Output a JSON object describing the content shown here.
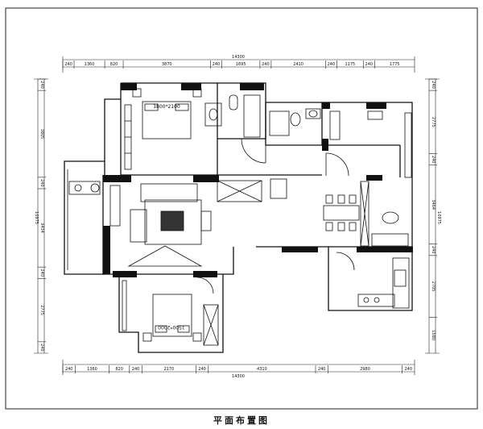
{
  "caption": "平面布置图",
  "dimensions": {
    "top_total": "14300",
    "top_segments": [
      "240",
      "1360",
      "820",
      "3870",
      "240",
      "1695",
      "240",
      "2410",
      "240",
      "1175",
      "240",
      "1775"
    ],
    "bottom_total": "14300",
    "bottom_segments": [
      "240",
      "1360",
      "820",
      "240",
      "2170",
      "240",
      "4310",
      "240",
      "2980",
      "240"
    ],
    "left_total": "10975",
    "left_segments": [
      "240",
      "3805",
      "240",
      "3434",
      "240",
      "2775",
      "240"
    ],
    "right_total": "10975",
    "right_segments": [
      "240",
      "2775",
      "240",
      "3464",
      "240",
      "2705",
      "1580"
    ]
  },
  "rooms": {
    "bed_top": "1800*2100",
    "bed_bottom": "1500*2000"
  }
}
